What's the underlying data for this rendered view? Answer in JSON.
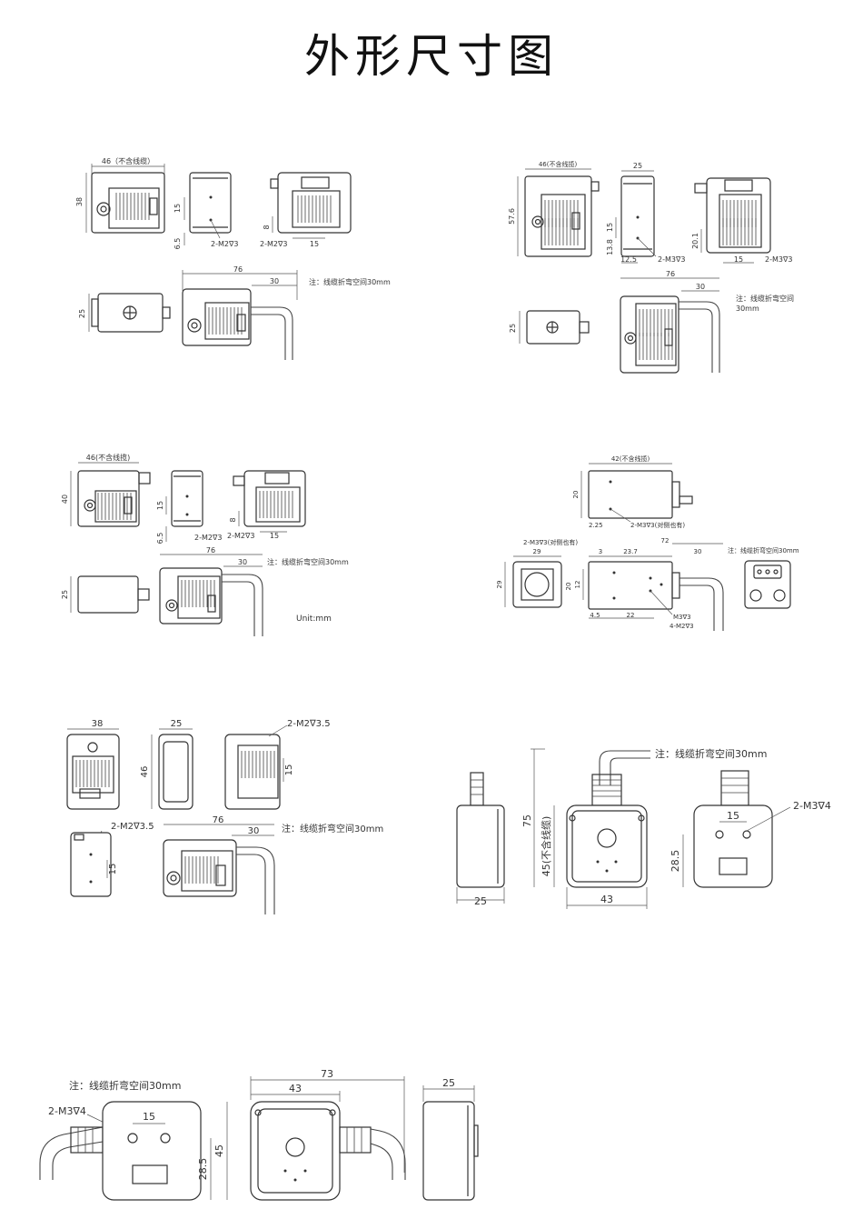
{
  "page": {
    "title": "外形尺寸图"
  },
  "colors": {
    "line": "#333333",
    "text": "#333333",
    "background": "#ffffff"
  },
  "g1": {
    "w46": "46（不含线缆）",
    "h38": "38",
    "h15": "15",
    "h6_5": "6.5",
    "m1": "2-M2∇3",
    "h8": "8",
    "m2": "2-M2∇3",
    "w15": "15",
    "w76": "76",
    "w30": "30",
    "note": "注：线缆折弯空间30mm",
    "h25": "25"
  },
  "g2": {
    "w46": "46(不含线揽)",
    "w25": "25",
    "h57_6": "57.6",
    "h15": "15",
    "h13_8": "13.8",
    "w12_5": "12.5",
    "m1": "2-M3∇3",
    "h20_1": "20.1",
    "w15": "15",
    "m2": "2-M3∇3",
    "w76": "76",
    "w30": "30",
    "note1": "注：线缆折弯空间",
    "note2": "30mm",
    "h25": "25"
  },
  "g3": {
    "w46": "46(不含线揽)",
    "h40": "40",
    "h15": "15",
    "h6_5": "6.5",
    "m1": "2-M2∇3",
    "h8": "8",
    "m2": "2-M2∇3",
    "w15": "15",
    "w76": "76",
    "w30": "30",
    "note": "注：线缆折弯空间30mm",
    "h25": "25",
    "unit": "Unit:mm"
  },
  "g4": {
    "w42": "42(不含线揽)",
    "h20": "20",
    "w2_25": "2.25",
    "m1": "2-M3∇3(对侧也有)",
    "m2": "2-M3∇3(对侧也有)",
    "w29": "29",
    "w3": "3",
    "w23_7": "23.7",
    "w72": "72",
    "w30": "30",
    "note": "注：线缆折弯空间30mm",
    "h29": "29",
    "h20b": "20",
    "h12": "12",
    "w4_5": "4.5",
    "w22": "22",
    "m3": "M3∇3",
    "m4": "4-M2∇3"
  },
  "g5": {
    "w38": "38",
    "w25": "25",
    "h46": "46",
    "m1": "2-M2∇3.5",
    "h15": "15",
    "m2": "2-M2∇3.5",
    "h15b": "15",
    "w76": "76",
    "w30": "30",
    "note": "注：线缆折弯空间30mm"
  },
  "g6": {
    "note": "注：线缆折弯空间30mm",
    "h75": "75",
    "h45": "45(不含线缆)",
    "w25": "25",
    "w43": "43",
    "m1": "2-M3∇4",
    "w15": "15",
    "h28_5": "28.5"
  },
  "g7": {
    "note": "注：线缆折弯空间30mm",
    "m1": "2-M3∇4",
    "w15": "15",
    "h28_5": "28.5",
    "h45": "45",
    "w73": "73",
    "w43": "43",
    "w25": "25"
  }
}
